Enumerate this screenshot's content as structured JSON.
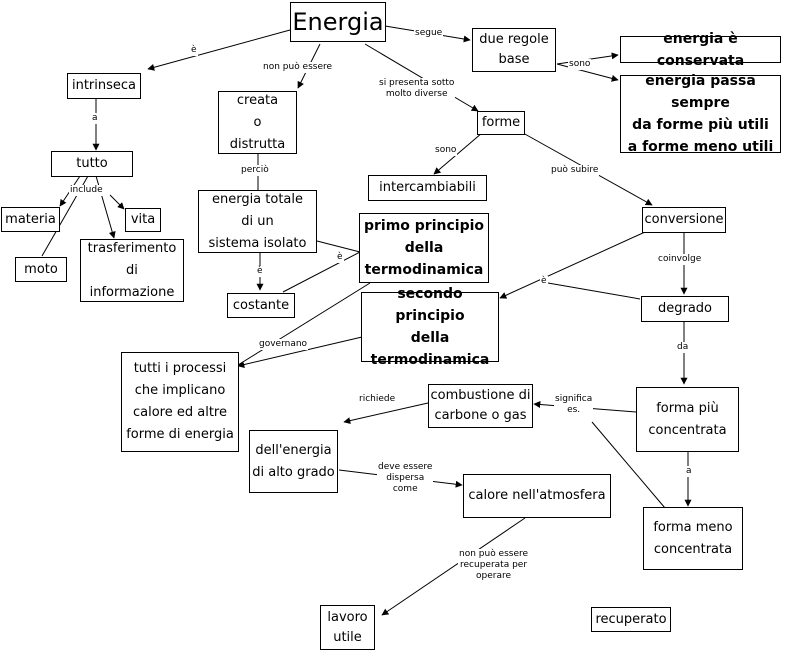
{
  "nodes": {
    "energia": "Energia",
    "intrinseca": "intrinseca",
    "tutto": "tutto",
    "materia": "materia",
    "vita": "vita",
    "moto": "moto",
    "trasferimento": "trasferimento\ndi\ninformazione",
    "creata": "creata\no\ndistrutta",
    "energia_totale": "energia totale\ndi un\nsistema isolato",
    "costante": "costante",
    "due_regole": "due regole\nbase",
    "conservata": "energia è conservata",
    "passa_sempre": "energia passa sempre\nda forme più utili\na forme meno utili",
    "forme": "forme",
    "intercambiabili": "intercambiabili",
    "conversione": "conversione",
    "degrado": "degrado",
    "primo_principio": "primo principio\ndella\ntermodinamica",
    "secondo_principio": "secondo principio\ndella\ntermodinamica",
    "tutti_processi": "tutti i processi\nche implicano\ncalore ed altre\nforme di energia",
    "combustione": "combustione di\ncarbone o gas",
    "forma_piu": "forma più\nconcentrata",
    "alto_grado": "dell'energia\ndi alto grado",
    "calore": "calore nell'atmosfera",
    "forma_meno": "forma meno\nconcentrata",
    "lavoro": "lavoro\nutile",
    "recuperato": "recuperato"
  },
  "links": {
    "e1": "è",
    "a1": "a",
    "include": "include",
    "non_puo": "non può essere",
    "percio": "perciò",
    "e2": "è",
    "e3": "è",
    "segue": "segue",
    "sono1": "sono",
    "presenta": "si presenta sotto\nmolto diverse",
    "sono2": "sono",
    "puo_subire": "può subire",
    "coinvolge": "coinvolge",
    "e4": "è",
    "governano": "governano",
    "da": "da",
    "richiede": "richiede",
    "significa": "significa\nes.",
    "a2": "a",
    "deve": "deve essere\ndispersa\ncome",
    "non_recup": "non può essere\nrecuperata per\noperare"
  }
}
